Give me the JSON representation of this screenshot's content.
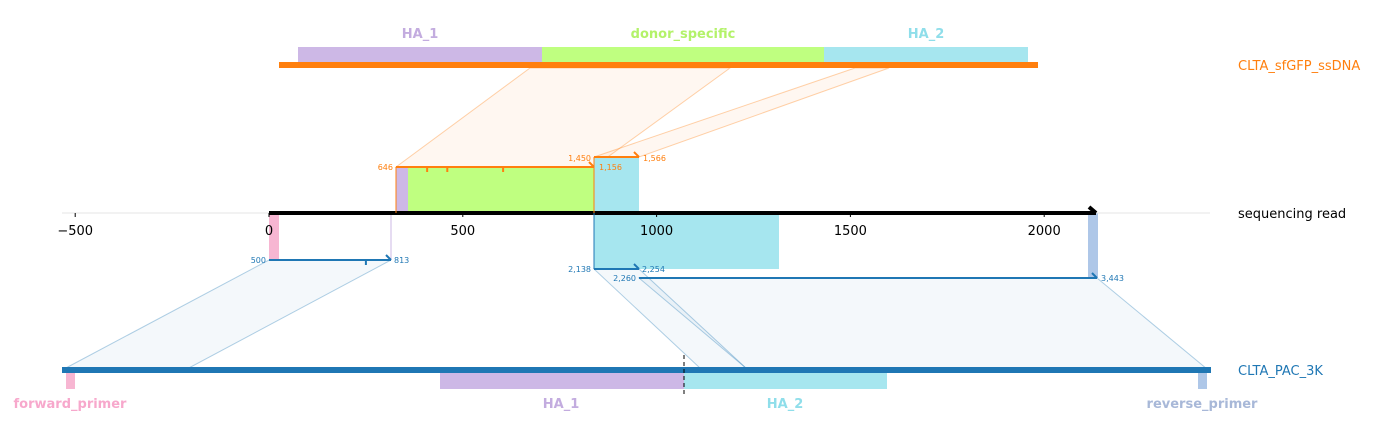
{
  "colors": {
    "donor": "#ff7f0e",
    "target": "#1f77b4",
    "read": "#000000",
    "ha1": "#cdb8e6",
    "ha1_text": "#c3acdf",
    "donor_specific": "#bfff80",
    "donor_specific_text": "#b3f26a",
    "ha2": "#a6e6ef",
    "ha2_text": "#8fdeea",
    "forward_primer": "#f7b6d2",
    "forward_primer_text": "#f7a8cc",
    "reverse_primer": "#aec7e8",
    "reverse_primer_text": "#a8b8d8"
  },
  "read": {
    "label": "sequencing read",
    "axis_ticks": [
      "−500",
      "0",
      "500",
      "1000",
      "1500",
      "2000"
    ],
    "axis_tick_values": [
      -500,
      0,
      500,
      1000,
      1500,
      2000
    ],
    "length": 2140
  },
  "donor": {
    "label": "CLTA_sfGFP_ssDNA",
    "features": [
      {
        "name": "HA_1"
      },
      {
        "name": "donor_specific"
      },
      {
        "name": "HA_2"
      }
    ],
    "alignments": [
      {
        "query_start": 326,
        "query_end": 837,
        "ref_start_label": "646",
        "ref_end_label": "1,156"
      },
      {
        "query_start": 837,
        "query_end": 950,
        "ref_start_label": "1,450",
        "ref_end_label": "1,566"
      }
    ],
    "mismatch_read_positions": [
      408,
      460,
      604
    ]
  },
  "target": {
    "label": "CLTA_PAC_3K",
    "features": [
      {
        "name": "forward_primer"
      },
      {
        "name": "HA_1"
      },
      {
        "name": "HA_2"
      },
      {
        "name": "reverse_primer"
      }
    ],
    "alignments": [
      {
        "query_start": 0,
        "query_end": 313,
        "ref_start_label": "500",
        "ref_end_label": "813"
      },
      {
        "query_start": 837,
        "query_end": 953,
        "ref_start_label": "2,138",
        "ref_end_label": "2,254"
      },
      {
        "query_start": 953,
        "query_end": 2138,
        "ref_start_label": "2,260",
        "ref_end_label": "3,443"
      }
    ],
    "mismatch_read_positions": [
      250
    ]
  }
}
